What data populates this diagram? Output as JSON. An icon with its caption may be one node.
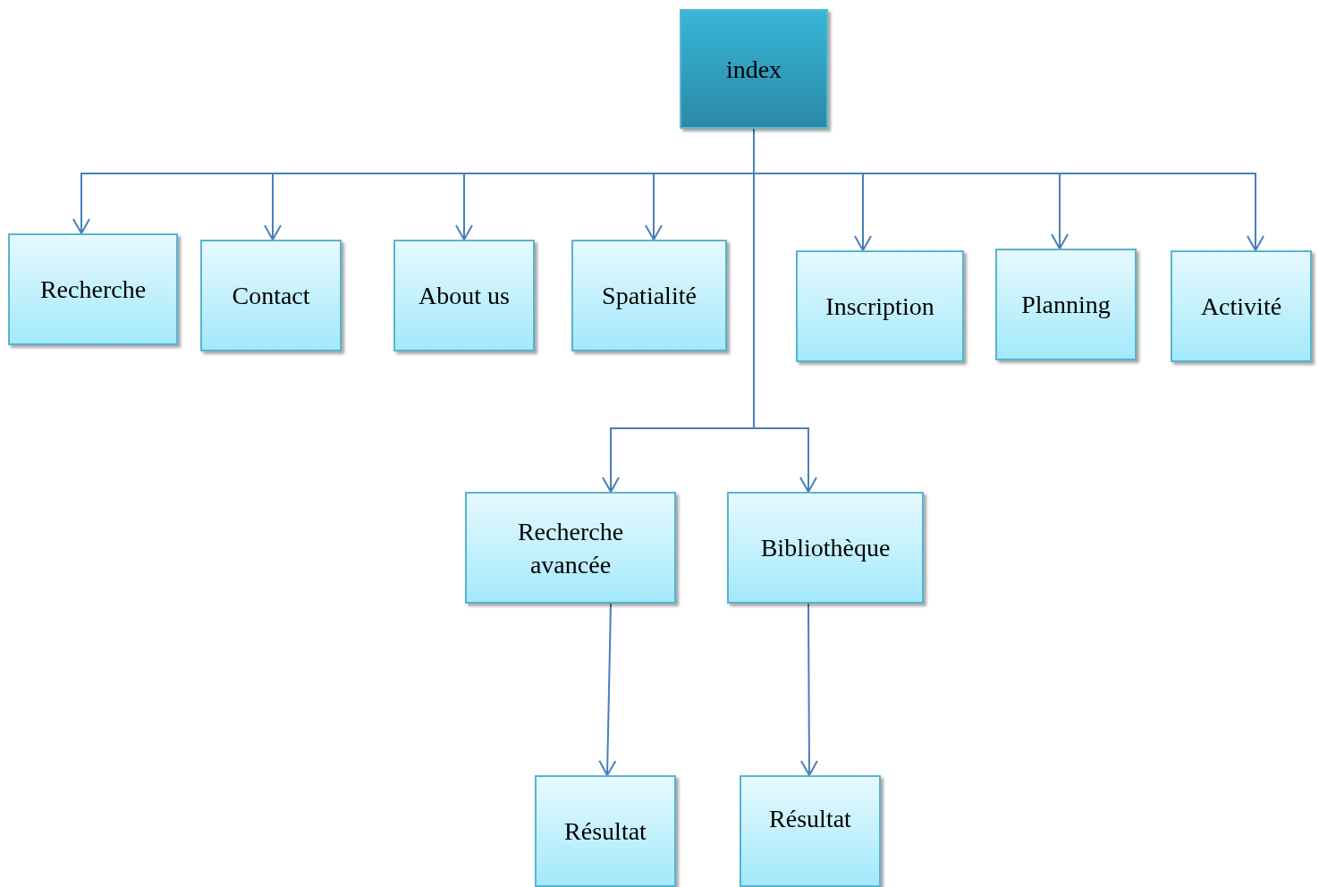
{
  "diagram": {
    "nodes": [
      {
        "text": [
          "index"
        ]
      },
      {
        "text": [
          "Recherche"
        ]
      },
      {
        "text": [
          "Contact"
        ]
      },
      {
        "text": [
          "About us"
        ]
      },
      {
        "text": [
          "Spatialité"
        ]
      },
      {
        "text": [
          "Inscription"
        ]
      },
      {
        "text": [
          "Planning"
        ]
      },
      {
        "text": [
          "Activité"
        ]
      },
      {
        "text": [
          "Recherche avancée"
        ]
      },
      {
        "text": [
          "Bibliothèque"
        ]
      },
      {
        "text": [
          "Résultat"
        ]
      },
      {
        "text": [
          "Résultat"
        ]
      }
    ],
    "edges": [
      {
        "from": 0,
        "to": 1,
        "arrow": "to"
      },
      {
        "from": 0,
        "to": 2,
        "arrow": "to"
      },
      {
        "from": 0,
        "to": 3,
        "arrow": "to"
      },
      {
        "from": 0,
        "to": 4,
        "arrow": "to"
      },
      {
        "from": 0,
        "to": 5,
        "arrow": "to"
      },
      {
        "from": 0,
        "to": 6,
        "arrow": "to"
      },
      {
        "from": 0,
        "to": 7,
        "arrow": "to"
      },
      {
        "from": 0,
        "to": 8,
        "arrow": "to"
      },
      {
        "from": 0,
        "to": 9,
        "arrow": "to"
      },
      {
        "from": 8,
        "to": 10,
        "arrow": "to"
      },
      {
        "from": 9,
        "to": 11,
        "arrow": "to"
      }
    ]
  }
}
